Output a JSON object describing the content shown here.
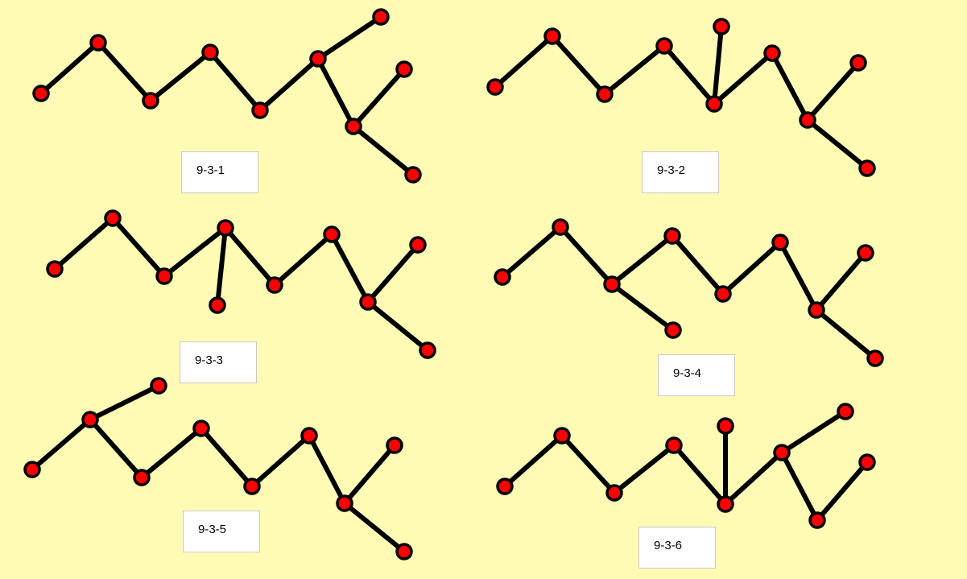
{
  "colors": {
    "background": "#fffbb5",
    "edge": "#000000",
    "node_fill": "#ff0000",
    "node_stroke": "#000000"
  },
  "trees": [
    {
      "label": "9-3-1"
    },
    {
      "label": "9-3-2"
    },
    {
      "label": "9-3-3"
    },
    {
      "label": "9-3-4"
    },
    {
      "label": "9-3-5"
    },
    {
      "label": "9-3-6"
    }
  ]
}
